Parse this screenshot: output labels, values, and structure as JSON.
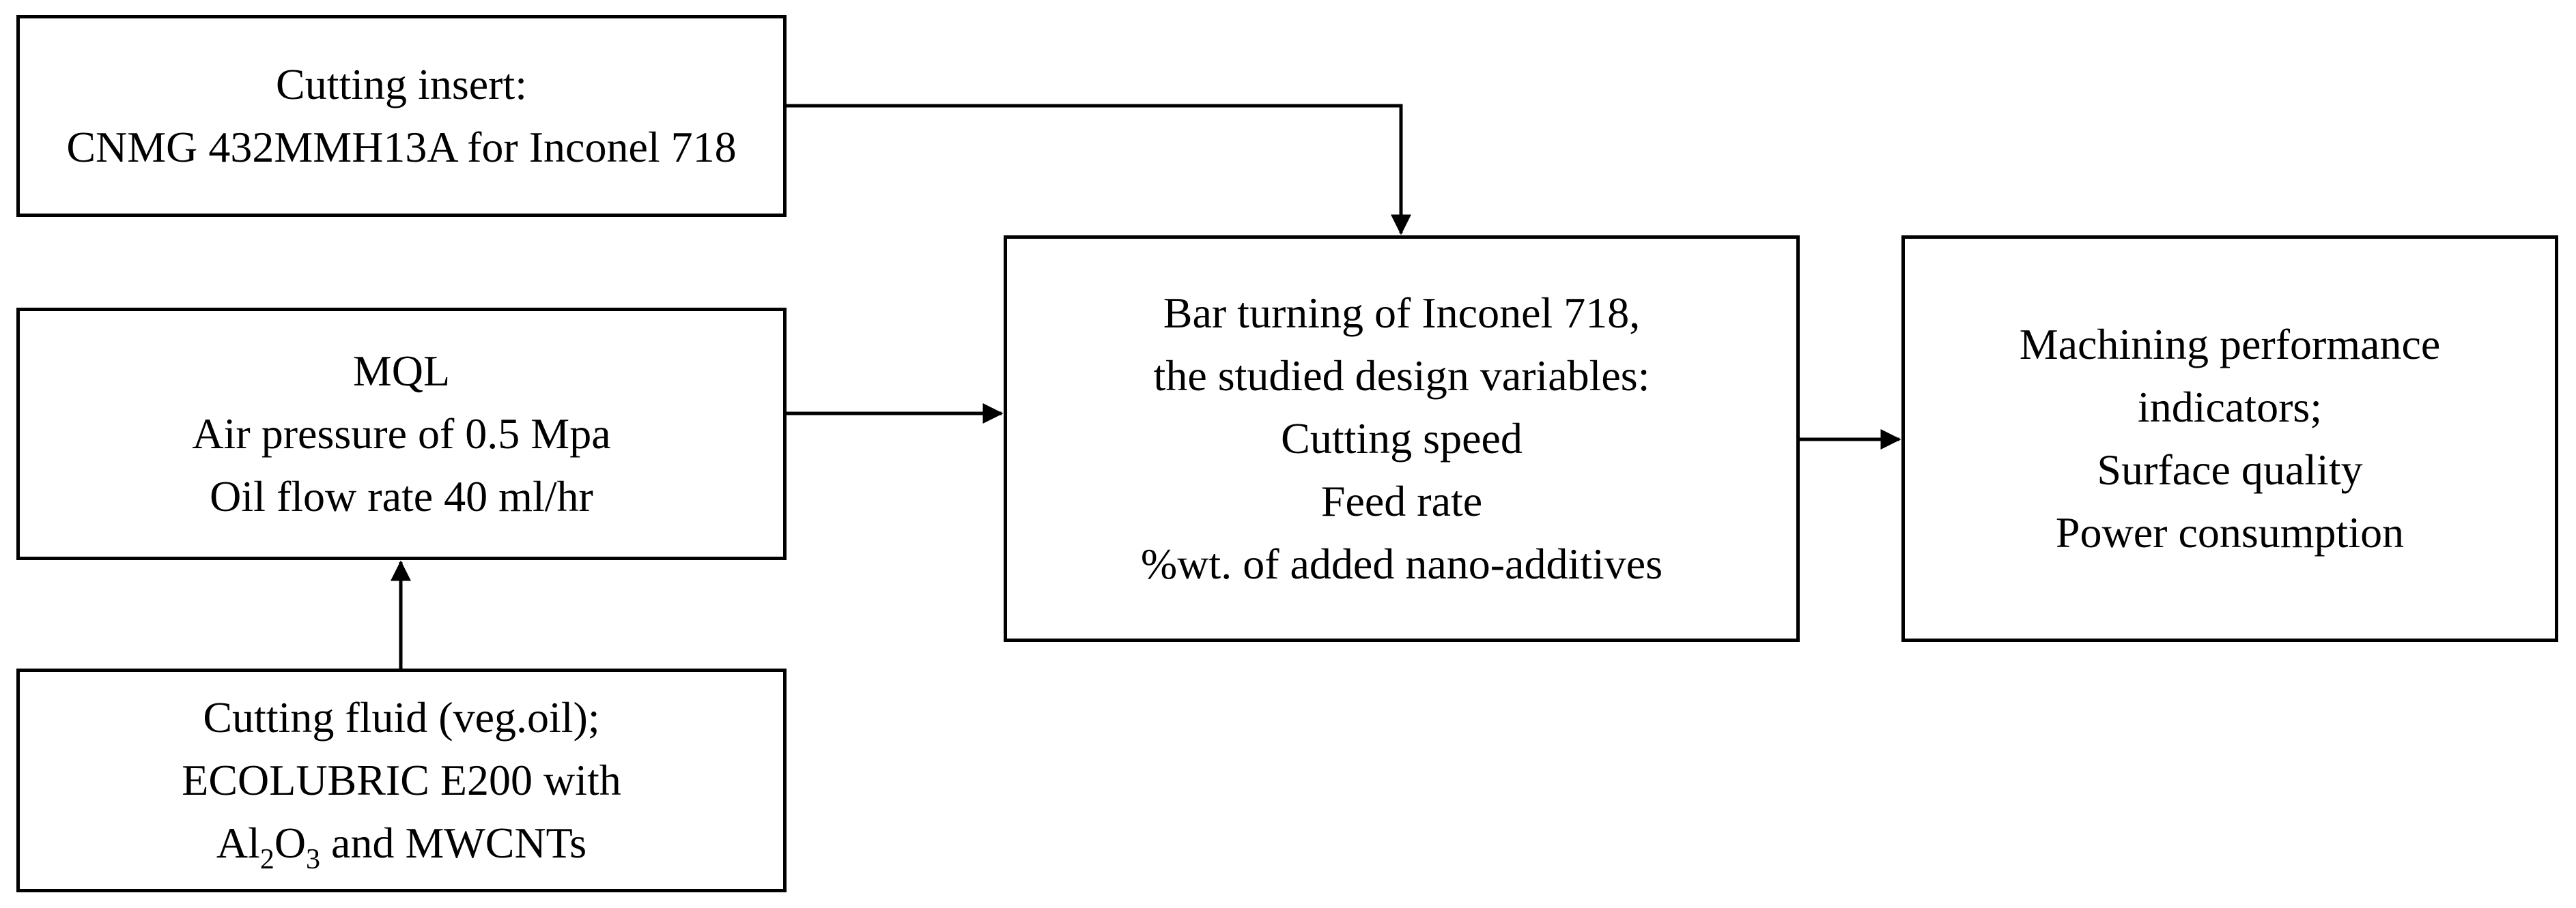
{
  "diagram": {
    "nodes": {
      "cutting_insert": {
        "lines": [
          "Cutting insert:",
          "CNMG 432MMH13A for Inconel 718"
        ]
      },
      "mql": {
        "lines": [
          "MQL",
          "Air pressure of 0.5 Mpa",
          "Oil flow rate 40 ml/hr"
        ]
      },
      "cutting_fluid": {
        "line1": "Cutting fluid (veg.oil);",
        "line2": "ECOLUBRIC E200 with",
        "line3": {
          "al": "Al",
          "sub2": "2",
          "o": "O",
          "sub3": "3",
          "rest": " and MWCNTs"
        }
      },
      "bar_turning": {
        "lines": [
          "Bar turning of Inconel 718,",
          "the studied design variables:",
          "Cutting speed",
          "Feed rate",
          "%wt. of added nano-additives"
        ]
      },
      "performance": {
        "lines": [
          "Machining performance",
          "indicators;",
          "Surface quality",
          "Power consumption"
        ]
      }
    },
    "edges": [
      {
        "from": "cutting_insert",
        "to": "bar_turning"
      },
      {
        "from": "mql",
        "to": "bar_turning"
      },
      {
        "from": "cutting_fluid",
        "to": "mql"
      },
      {
        "from": "bar_turning",
        "to": "performance"
      }
    ]
  }
}
